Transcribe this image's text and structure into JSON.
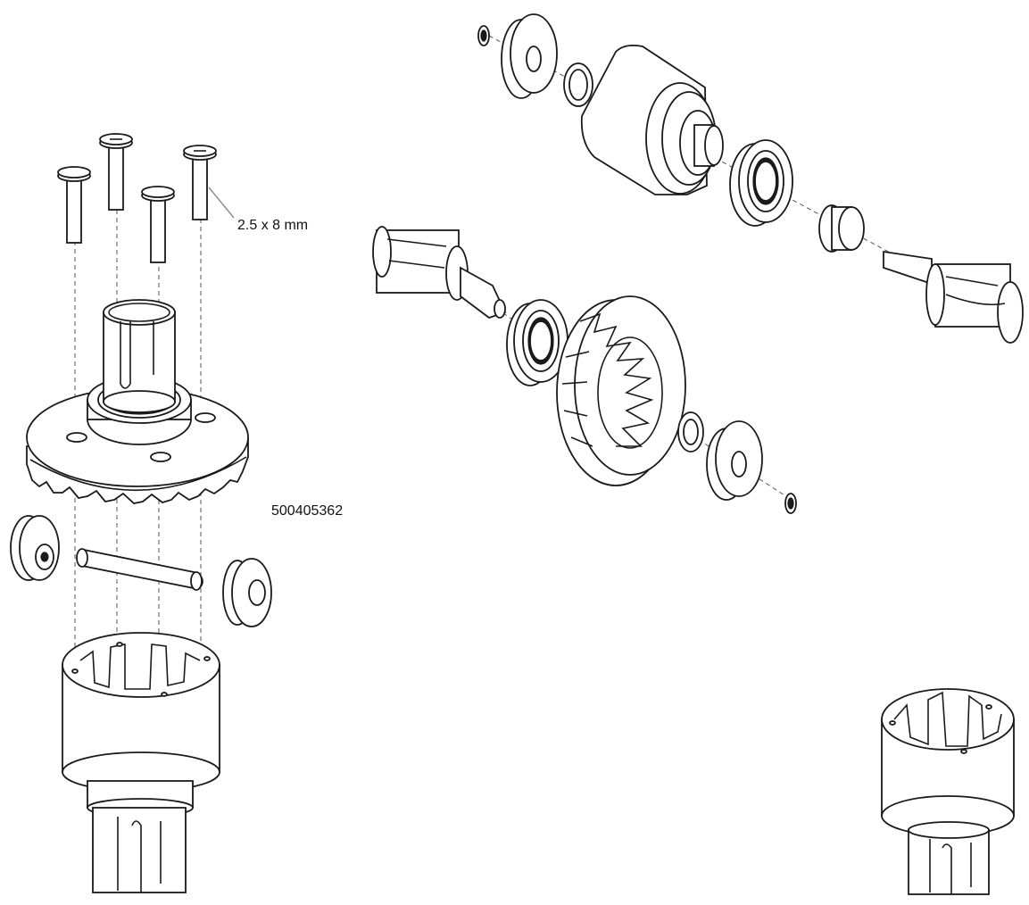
{
  "labels": {
    "screw_spec": "2.5 x 8 mm",
    "part_number": "500405362"
  },
  "parts": [
    "screw",
    "diff-output-cup",
    "bearing",
    "ring-gear",
    "diff-gear",
    "cross-pin",
    "diff-case",
    "shim",
    "e-clip",
    "bushing"
  ]
}
